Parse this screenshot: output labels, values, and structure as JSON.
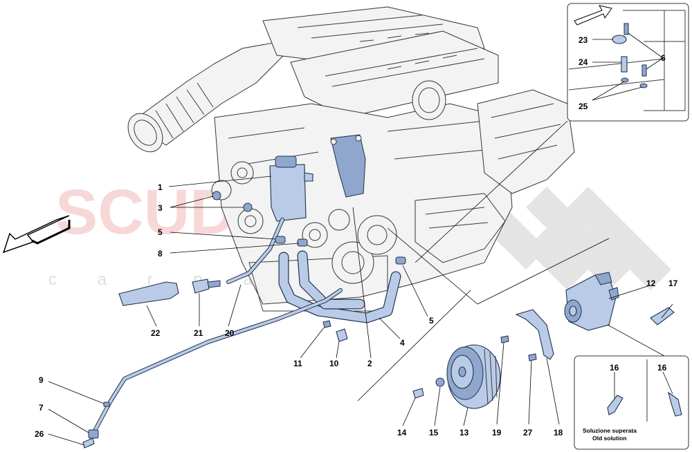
{
  "diagram": {
    "callouts": {
      "c1": "1",
      "c2": "2",
      "c3": "3",
      "c4": "4",
      "c5a": "5",
      "c5b": "5",
      "c6": "6",
      "c7": "7",
      "c8": "8",
      "c9": "9",
      "c10": "10",
      "c11": "11",
      "c12": "12",
      "c13": "13",
      "c14": "14",
      "c15": "15",
      "c16a": "16",
      "c16b": "16",
      "c17": "17",
      "c18": "18",
      "c19": "19",
      "c20": "20",
      "c21": "21",
      "c22": "22",
      "c23": "23",
      "c24": "24",
      "c25": "25",
      "c26": "26",
      "c27": "27"
    },
    "inset_note": {
      "line1": "Soluzione superata",
      "line2": "Old solution"
    },
    "watermark": {
      "logo_word": "SCUDERIA",
      "sub_word": "c a r p a r t s"
    },
    "colors": {
      "highlight_part": "#b9cbe6",
      "part_outline": "#1d2f4e",
      "engine_line": "#3a3a3a",
      "watermark_red": "#f2b8b8"
    }
  }
}
